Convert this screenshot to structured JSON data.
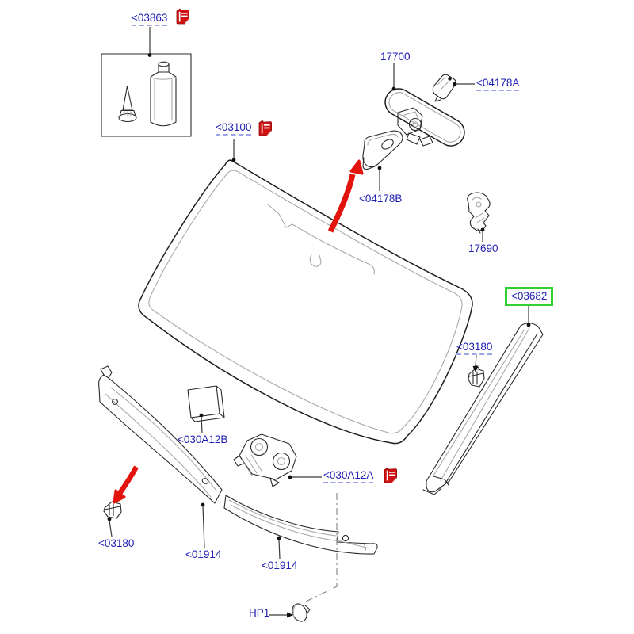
{
  "window": {
    "background": "#ffffff"
  },
  "palette": {
    "label_blue": "#1e1eb4",
    "underline_blue": "#9aa6e8",
    "highlight_green": "#2fd02f",
    "arrow_red": "#e3140e",
    "line_dark": "#1f1f1f",
    "line_gray": "#a8a8a8"
  },
  "labels": {
    "sealant_kit": "<03863",
    "mirror": "17700",
    "mirror_mount": "<04178A",
    "windshield": "<03100",
    "mirror_cover": "<04178B",
    "connector": "17690",
    "pillar_trim": "<03682",
    "clip_right": "<03180",
    "spacer_pad": "<030A12B",
    "bracket": "<030A12A",
    "clip_left": "<03180",
    "cowl_panel_left": "<01914",
    "cowl_panel_right": "<01914",
    "fastener": "HP1"
  },
  "icons": {
    "flag": "red-flag-icon"
  }
}
